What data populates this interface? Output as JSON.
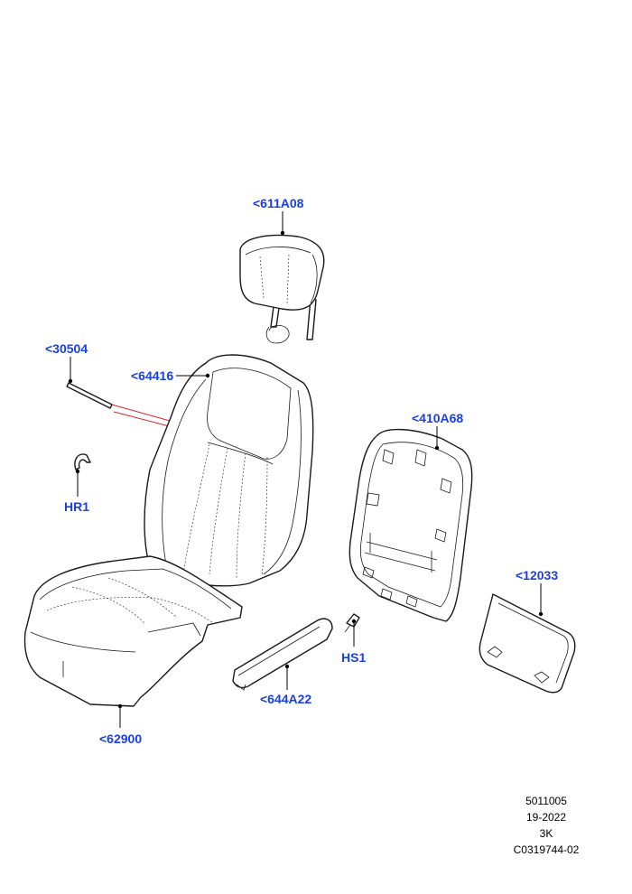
{
  "callouts": {
    "headrest": "<611A08",
    "trim_strip": "<30504",
    "backrest_cover": "<64416",
    "back_panel": "<410A68",
    "hr1": "HR1",
    "map_pocket": "<12033",
    "hs1": "HS1",
    "side_trim": "<644A22",
    "cushion_cover": "<62900"
  },
  "footer": {
    "line1": "5011005",
    "line2": "19-2022",
    "line3": "3K",
    "line4": "C0319744-02"
  },
  "colors": {
    "callout_text": "#1a3fe0",
    "line": "#1a1a1a",
    "highlight": "#d42020"
  }
}
